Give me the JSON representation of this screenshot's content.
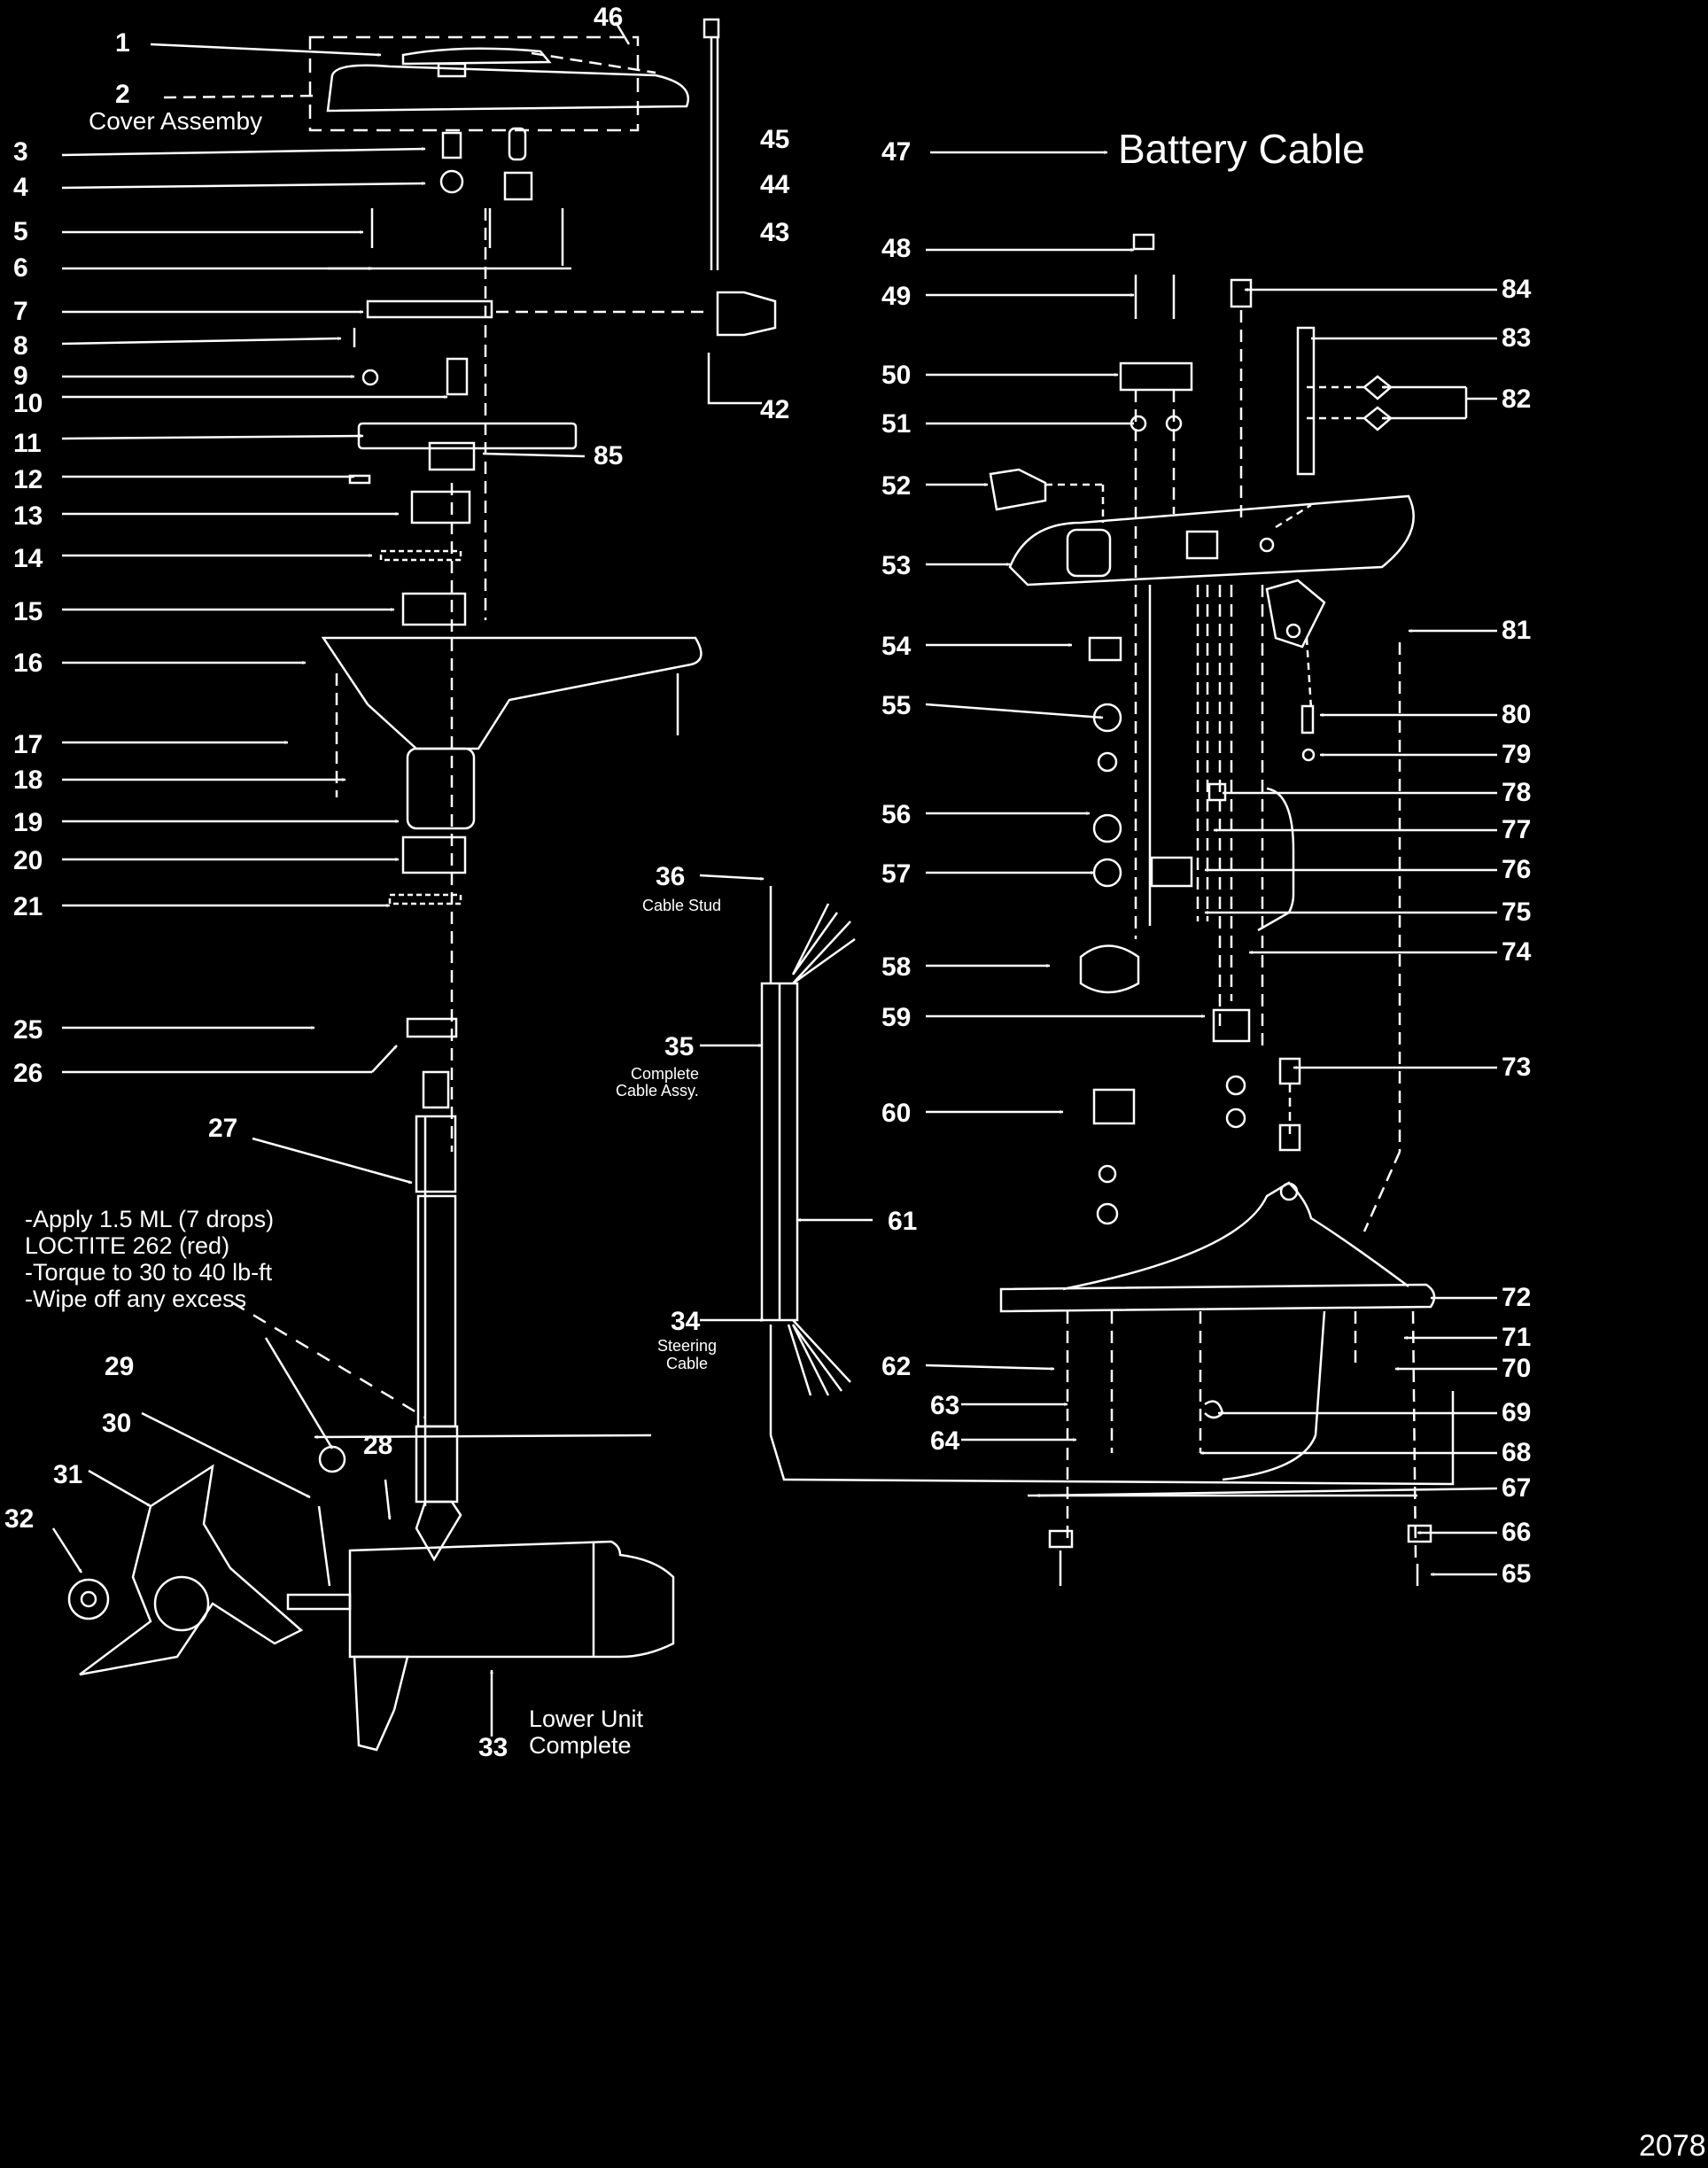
{
  "part_labels": [
    "1",
    "2",
    "3",
    "4",
    "5",
    "6",
    "7",
    "8",
    "9",
    "10",
    "11",
    "12",
    "13",
    "14",
    "15",
    "16",
    "17",
    "18",
    "19",
    "20",
    "21",
    "25",
    "26",
    "27",
    "28",
    "29",
    "30",
    "31",
    "32",
    "33",
    "34",
    "35",
    "36",
    "42",
    "43",
    "44",
    "45",
    "46",
    "47",
    "48",
    "49",
    "50",
    "51",
    "52",
    "53",
    "54",
    "55",
    "56",
    "57",
    "58",
    "59",
    "60",
    "61",
    "62",
    "63",
    "64",
    "65",
    "66",
    "67",
    "68",
    "69",
    "70",
    "71",
    "72",
    "73",
    "74",
    "75",
    "76",
    "77",
    "78",
    "79",
    "80",
    "81",
    "82",
    "83",
    "84",
    "85"
  ],
  "captions": {
    "cover_assembly": "Cover Assemby",
    "battery_cable": "Battery Cable",
    "cable_stud": "Cable Stud",
    "complete_cable_l1": "Complete",
    "complete_cable_l2": "Cable Assy.",
    "steering_cable_l1": "Steering",
    "steering_cable_l2": "Cable",
    "lower_unit_l1": "Lower Unit",
    "lower_unit_l2": "Complete"
  },
  "note_lines": [
    "-Apply 1.5 ML (7 drops)",
    " LOCTITE 262 (red)",
    "-Torque to 30 to 40 lb-ft",
    "-Wipe off any excess"
  ],
  "figure_number": "2078",
  "colors": {
    "background": "#000000",
    "line": "#ffffff"
  }
}
